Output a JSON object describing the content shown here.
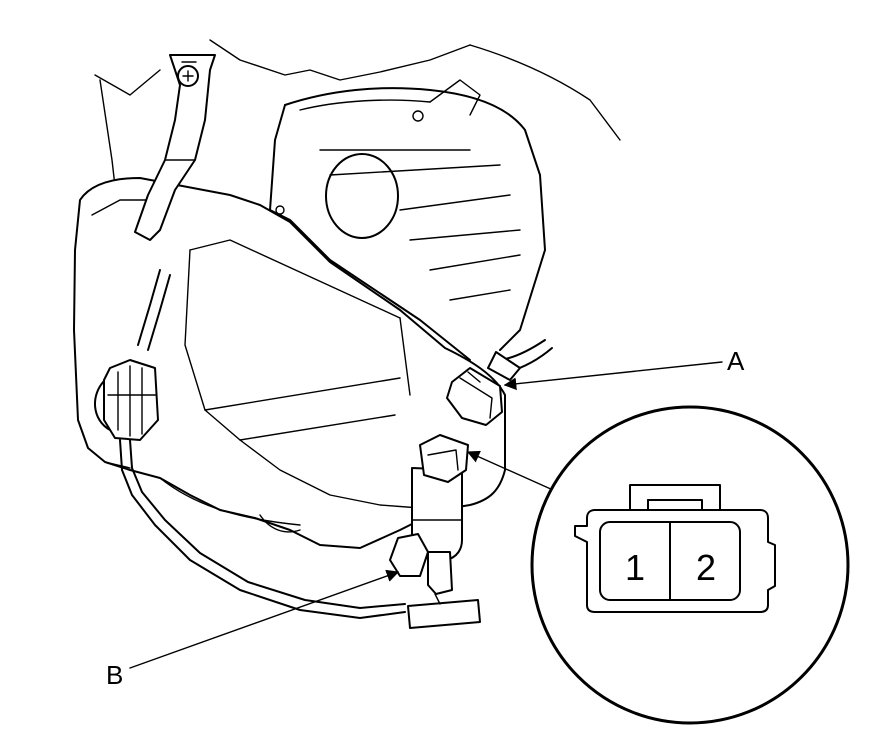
{
  "callouts": {
    "a": "A",
    "b": "B"
  },
  "connector": {
    "pin_1": "1",
    "pin_2": "2"
  },
  "colors": {
    "line": "#000000",
    "background": "#ffffff"
  }
}
